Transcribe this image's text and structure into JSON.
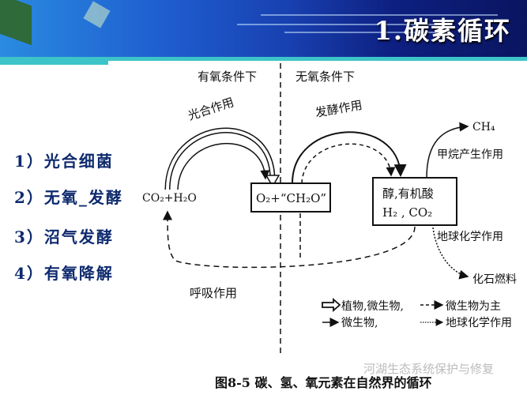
{
  "header": {
    "title": "1.碳素循环"
  },
  "list": [
    "1）光合细菌",
    "2）无氧_发酵",
    "3）沼气发酵",
    "4）有氧降解"
  ],
  "diagram": {
    "aerobic_label": "有氧条件下",
    "anaerobic_label": "无氧条件下",
    "photosynthesis": "光合作用",
    "fermentation": "发酵作用",
    "respiration": "呼吸作用",
    "co2_h2o": "CO₂+H₂O",
    "box1": "O₂+“CH₂O”",
    "box2_line1": "醇,有机酸",
    "box2_line2": "H₂ , CO₂",
    "ch4": "CH₄",
    "methanogenesis": "甲烷产生作用",
    "geochem": "地球化学作用",
    "fossil": "化石燃料",
    "legend": {
      "hollow": "植物,微生物,",
      "dashed": "微生物为主",
      "solid": "微生物,",
      "dotted": "地球化学作用"
    },
    "caption": "图8-5  碳、氢、氧元素在自然界的循环"
  },
  "watermark": "河湖生态系统保护与修复"
}
